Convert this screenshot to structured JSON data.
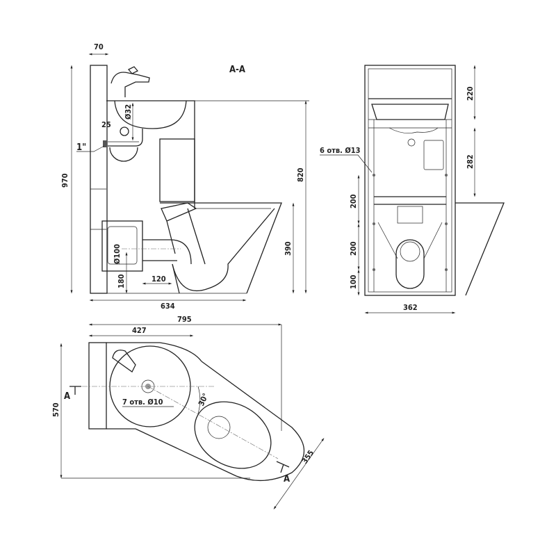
{
  "title": "A-A",
  "side_view": {
    "dims": {
      "wall_width": "70",
      "total_height": "970",
      "sink_height": "820",
      "bowl_height": "390",
      "depth": "634",
      "drain_dia": "Ø32",
      "drain_offset": "25",
      "supply": "1\"",
      "outlet_dia": "Ø100",
      "outlet_height": "180",
      "outlet_length": "120"
    }
  },
  "front_view": {
    "dims": {
      "top": "220",
      "sink_zone": "282",
      "holes_spacing_1": "200",
      "holes_spacing_2": "200",
      "bottom": "100",
      "width": "362"
    },
    "holes_note": "6 отв. Ø13"
  },
  "top_view": {
    "dims": {
      "overall_length": "795",
      "sink_length": "427",
      "depth": "570",
      "bowl_width": "355",
      "angle": "30°"
    },
    "holes_note": "7 отв. Ø10",
    "section_marks": [
      "A",
      "A"
    ]
  }
}
